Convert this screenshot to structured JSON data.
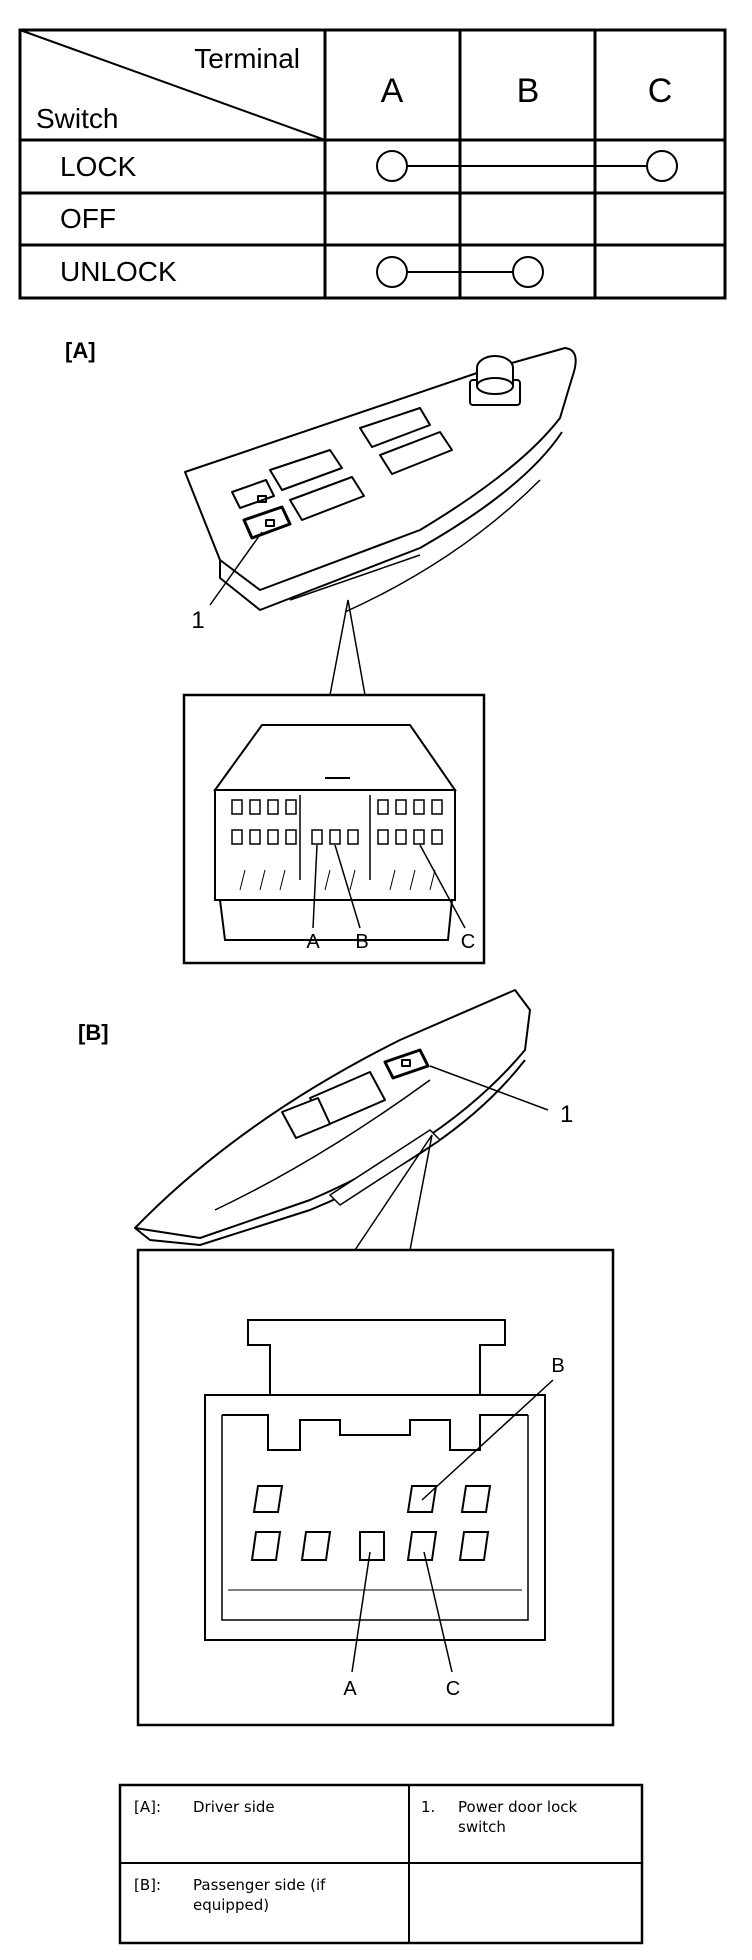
{
  "switch_table": {
    "corner_top": "Terminal",
    "corner_bottom": "Switch",
    "columns": [
      "A",
      "B",
      "C"
    ],
    "rows": [
      {
        "label": "LOCK",
        "connected": [
          "A",
          "C"
        ]
      },
      {
        "label": "OFF",
        "connected": []
      },
      {
        "label": "UNLOCK",
        "connected": [
          "A",
          "B"
        ]
      }
    ]
  },
  "driver_view": {
    "tag": "[A]",
    "callout": "1",
    "pins": {
      "a": "A",
      "b": "B",
      "c": "C"
    }
  },
  "passenger_view": {
    "tag": "[B]",
    "callout": "1",
    "pins": {
      "a": "A",
      "b": "B",
      "c": "C"
    }
  },
  "legend": [
    {
      "key": "[A]:",
      "text1": "Driver side",
      "text2": "",
      "num": "1.",
      "desc1": "Power door lock",
      "desc2": "switch"
    },
    {
      "key": "[B]:",
      "text1": "Passenger side (if",
      "text2": "equipped)",
      "num": "",
      "desc1": "",
      "desc2": ""
    }
  ]
}
